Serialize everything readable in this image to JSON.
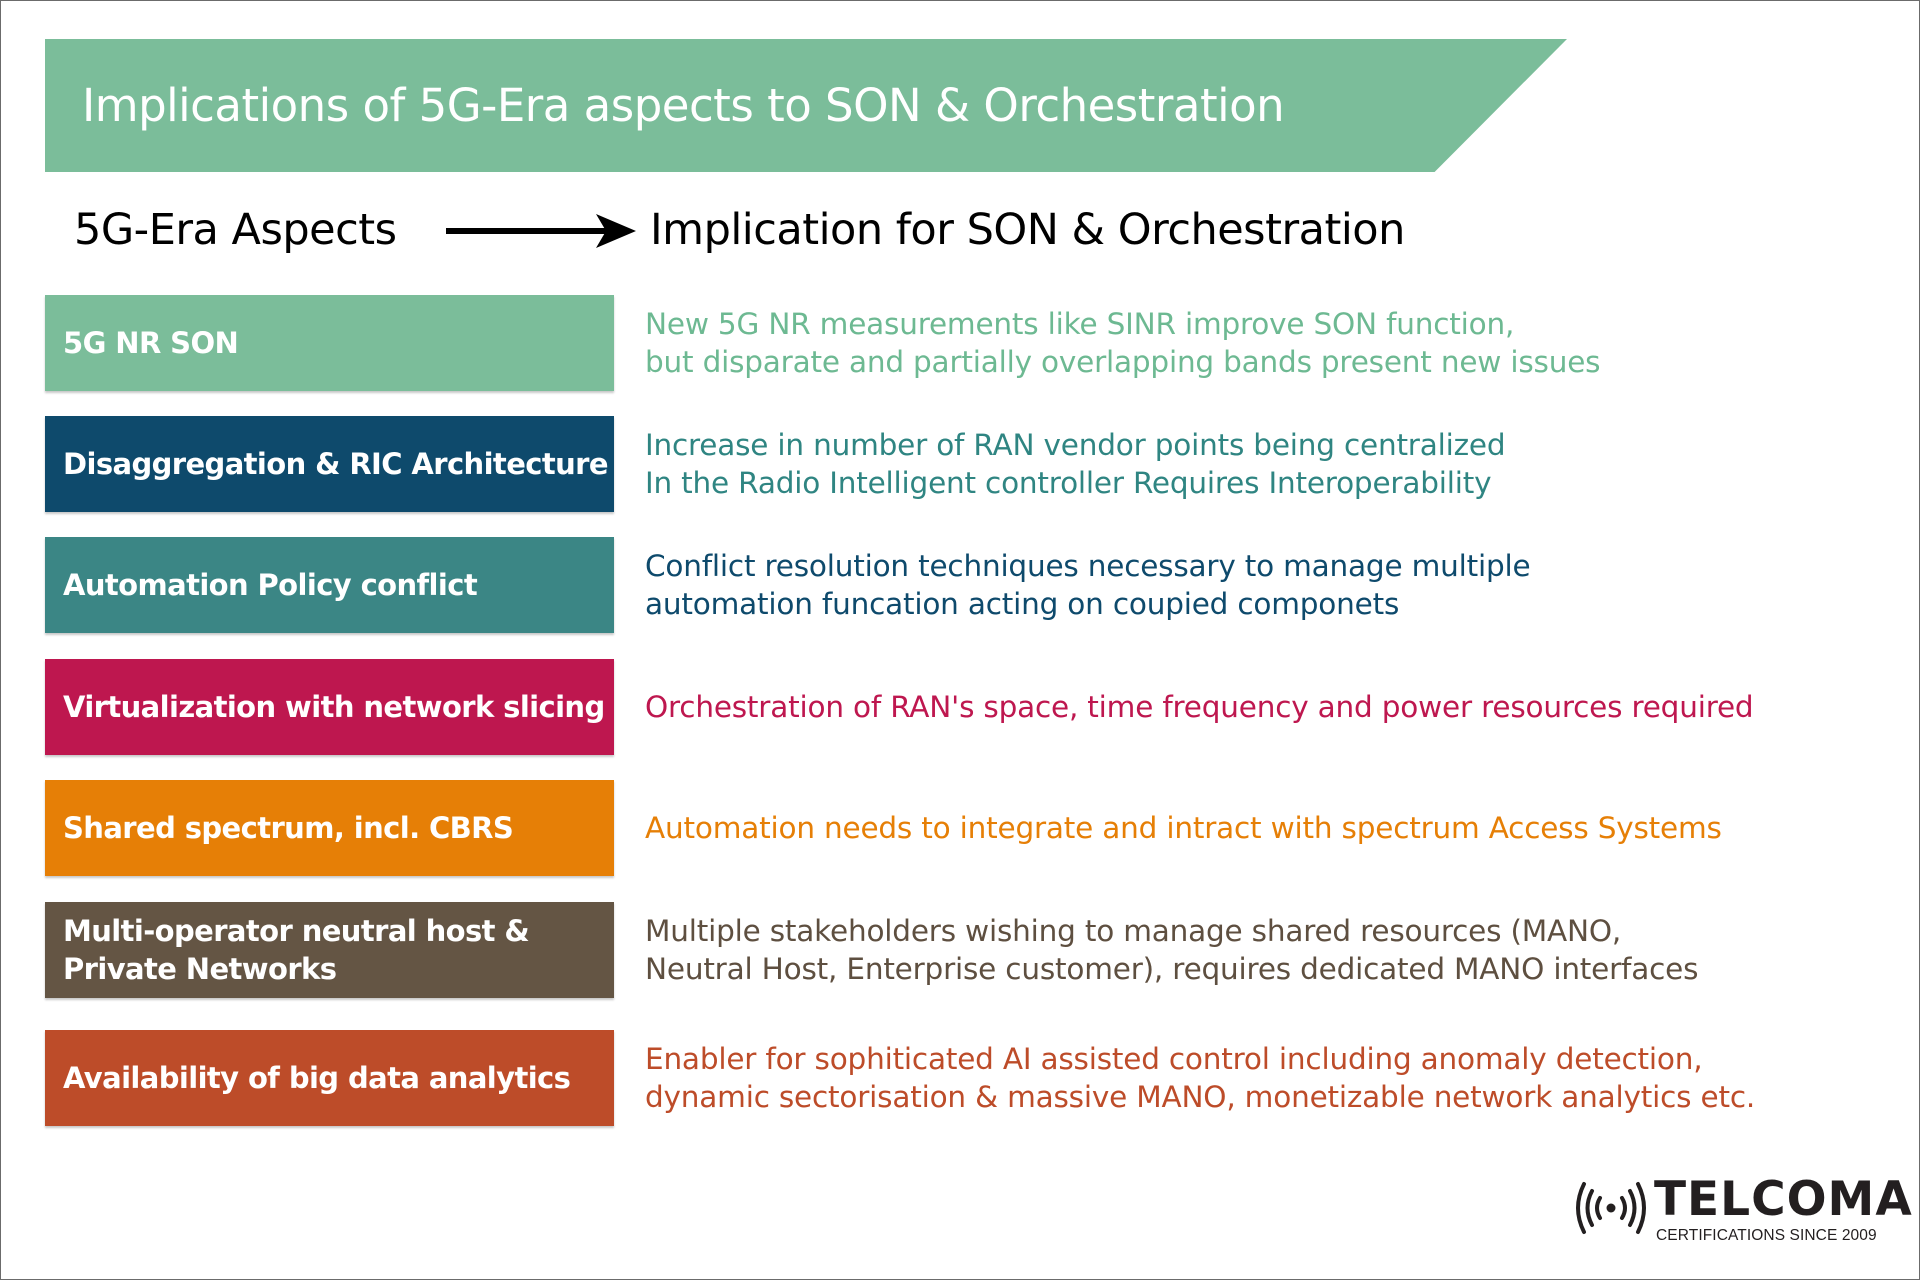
{
  "banner": {
    "title": "Implications of 5G-Era aspects to SON & Orchestration",
    "color": "#7bbd9a"
  },
  "subheader": {
    "left": "5G-Era Aspects",
    "right": "Implication for SON & Orchestration",
    "arrow_icon": "right-arrow-icon"
  },
  "rows": [
    {
      "aspect": [
        "5G NR SON"
      ],
      "implication": [
        "New 5G NR measurements like SINR improve SON function,",
        "but disparate and partially overlapping bands present new issues"
      ],
      "box_color": "#7bbd9a",
      "text_color": "#6db992"
    },
    {
      "aspect": [
        "Disaggregation & RIC Architecture"
      ],
      "implication": [
        "Increase in number of RAN vendor points being centralized",
        "In the Radio Intelligent controller Requires Interoperability"
      ],
      "box_color": "#0e4a6c",
      "text_color": "#2f8582"
    },
    {
      "aspect": [
        "Automation Policy conflict"
      ],
      "implication": [
        "Conflict resolution techniques necessary to manage multiple",
        "automation funcation acting on coupied componets"
      ],
      "box_color": "#3b8685",
      "text_color": "#0e4a6c"
    },
    {
      "aspect": [
        "Virtualization with network slicing"
      ],
      "implication": [
        "Orchestration of RAN's space, time frequency and power resources required"
      ],
      "box_color": "#be174f",
      "text_color": "#be174f"
    },
    {
      "aspect": [
        "Shared spectrum, incl. CBRS"
      ],
      "implication": [
        "Automation needs to integrate and intract with spectrum Access Systems"
      ],
      "box_color": "#e67f06",
      "text_color": "#e67f06"
    },
    {
      "aspect": [
        "Multi-operator neutral host &",
        "Private Networks"
      ],
      "implication": [
        "Multiple stakeholders wishing to manage shared resources (MANO,",
        "Neutral Host, Enterprise customer), requires dedicated MANO interfaces"
      ],
      "box_color": "#645544",
      "text_color": "#5e4f40"
    },
    {
      "aspect": [
        "Availability of big data analytics"
      ],
      "implication": [
        "Enabler for sophiticated AI assisted control including anomaly detection,",
        "dynamic sectorisation & massive MANO, monetizable network analytics  etc."
      ],
      "box_color": "#bd4c29",
      "text_color": "#bd4c29"
    }
  ],
  "logo": {
    "name": "TELCOMA",
    "tagline": "CERTIFICATIONS SINCE 2009",
    "icon": "broadcast-signal-icon"
  }
}
